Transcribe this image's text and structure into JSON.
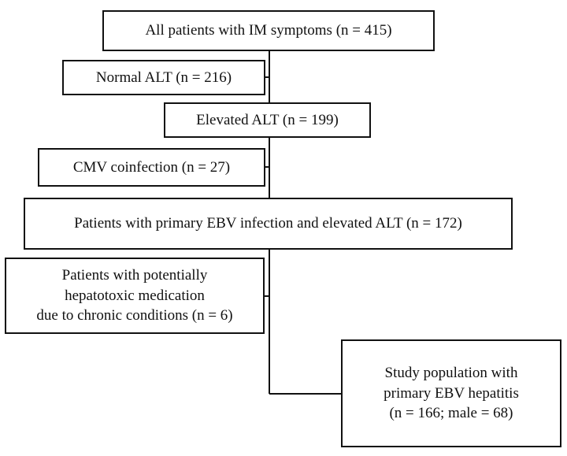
{
  "flowchart": {
    "all_patients": "All patients with IM symptoms (n = 415)",
    "normal_alt": "Normal ALT (n = 216)",
    "elevated_alt": "Elevated ALT (n = 199)",
    "cmv_coinfection": "CMV coinfection (n = 27)",
    "primary_ebv_elevated_alt": "Patients with primary EBV infection and elevated ALT (n = 172)",
    "hepatotoxic_medication": {
      "line1": "Patients with potentially",
      "line2": "hepatotoxic medication",
      "line3": "due to chronic conditions (n = 6)"
    },
    "study_population": {
      "line1": "Study population with",
      "line2": "primary EBV hepatitis",
      "line3": "(n = 166; male = 68)"
    }
  },
  "colors": {
    "line": "#111111",
    "background": "#ffffff"
  }
}
